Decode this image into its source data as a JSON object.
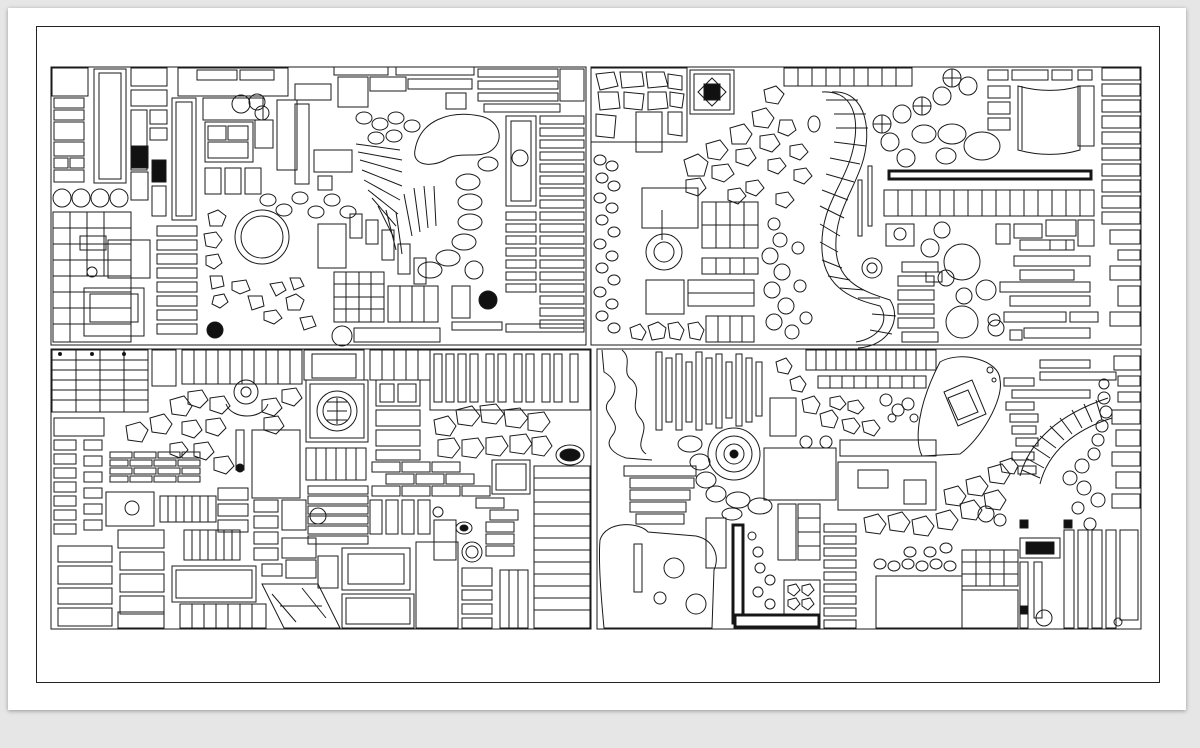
{
  "document": {
    "kind": "cad-landscape-paving-library",
    "background": "#e6e6e6",
    "paper": "#ffffff",
    "ink": "#1a1a1a",
    "panel_count": 4,
    "text_visible": false
  },
  "panels": [
    {
      "name": "top-left",
      "content": [
        "paver-grids",
        "stepping-stones",
        "radial-planks",
        "round-fountain",
        "pond-outline",
        "tree-symbols"
      ]
    },
    {
      "name": "top-right",
      "content": [
        "flagstone-patch",
        "medallion-tile",
        "serpentine-path",
        "round-tree-symbols",
        "hedge-row",
        "stacked-planks"
      ]
    },
    {
      "name": "bottom-left",
      "content": [
        "brick-grid",
        "chinese-medallion",
        "stone-path",
        "deck-planks",
        "trellis-panel"
      ]
    },
    {
      "name": "bottom-right",
      "content": [
        "wavy-plank-edge",
        "well-fountain",
        "arc-path",
        "gabion-block",
        "deck-grid"
      ]
    }
  ]
}
